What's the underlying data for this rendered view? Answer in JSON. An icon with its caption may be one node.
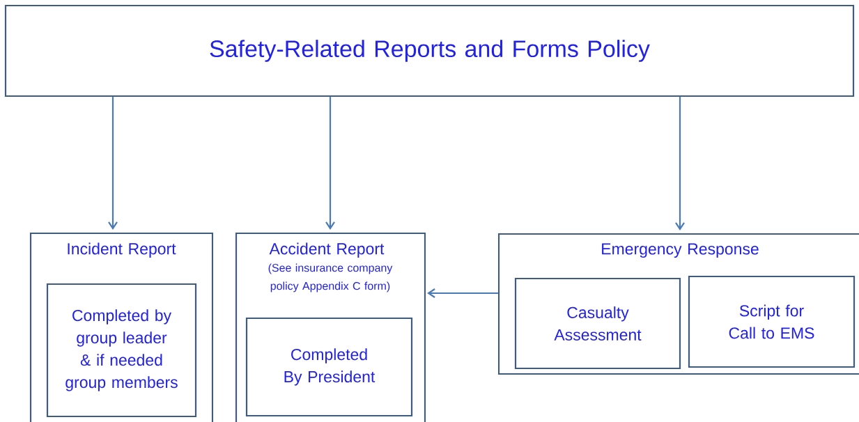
{
  "diagram": {
    "nodes": [
      {
        "text": [
          "Safety-Related Reports and Forms Policy"
        ]
      },
      {
        "text": [
          "Incident Report"
        ]
      },
      {
        "text": [
          "Completed by group leader & if needed group members"
        ],
        "in": 1
      },
      {
        "text": [
          "Accident Report",
          "(See insurance company policy Appendix C form)"
        ]
      },
      {
        "text": [
          "Completed By President"
        ],
        "in": 3
      },
      {
        "text": [
          "Emergency Response"
        ]
      },
      {
        "text": [
          "Casualty Assessment"
        ],
        "in": 5
      },
      {
        "text": [
          "Script for Call to EMS"
        ],
        "in": 5
      }
    ],
    "edges": [
      {
        "from": 0,
        "to": 1,
        "arrow": "to"
      },
      {
        "from": 0,
        "to": 3,
        "arrow": "to"
      },
      {
        "from": 0,
        "to": 5,
        "arrow": "to"
      },
      {
        "from": 5,
        "to": 3,
        "arrow": "to"
      }
    ]
  }
}
